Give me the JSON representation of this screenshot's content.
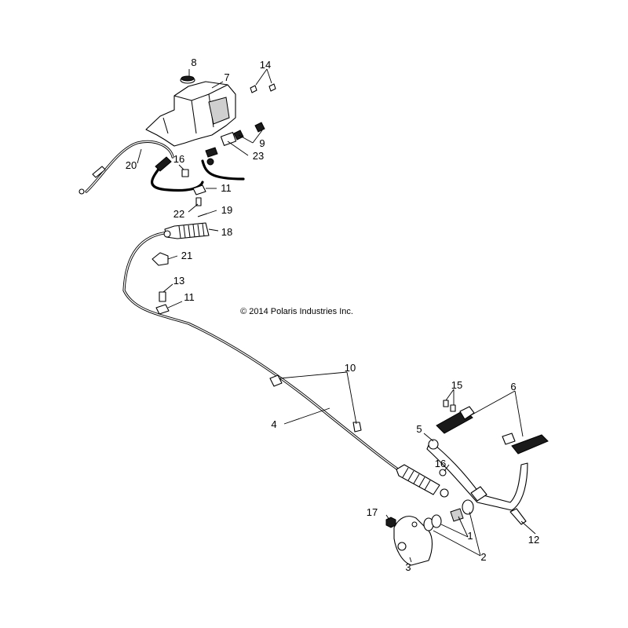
{
  "copyright": "© 2014 Polaris Industries Inc.",
  "callouts": {
    "c1": "1",
    "c2": "2",
    "c3": "3",
    "c4": "4",
    "c5": "5",
    "c6": "6",
    "c7": "7",
    "c8": "8",
    "c9": "9",
    "c10": "10",
    "c11a": "11",
    "c11b": "11",
    "c12": "12",
    "c13": "13",
    "c14": "14",
    "c15": "15",
    "c16a": "16",
    "c16b": "16",
    "c17": "17",
    "c18": "18",
    "c19": "19",
    "c20": "20",
    "c21": "21",
    "c22": "22",
    "c23": "23"
  },
  "colors": {
    "line": "#000000",
    "background": "#ffffff",
    "shading": "#cfcfcf"
  }
}
